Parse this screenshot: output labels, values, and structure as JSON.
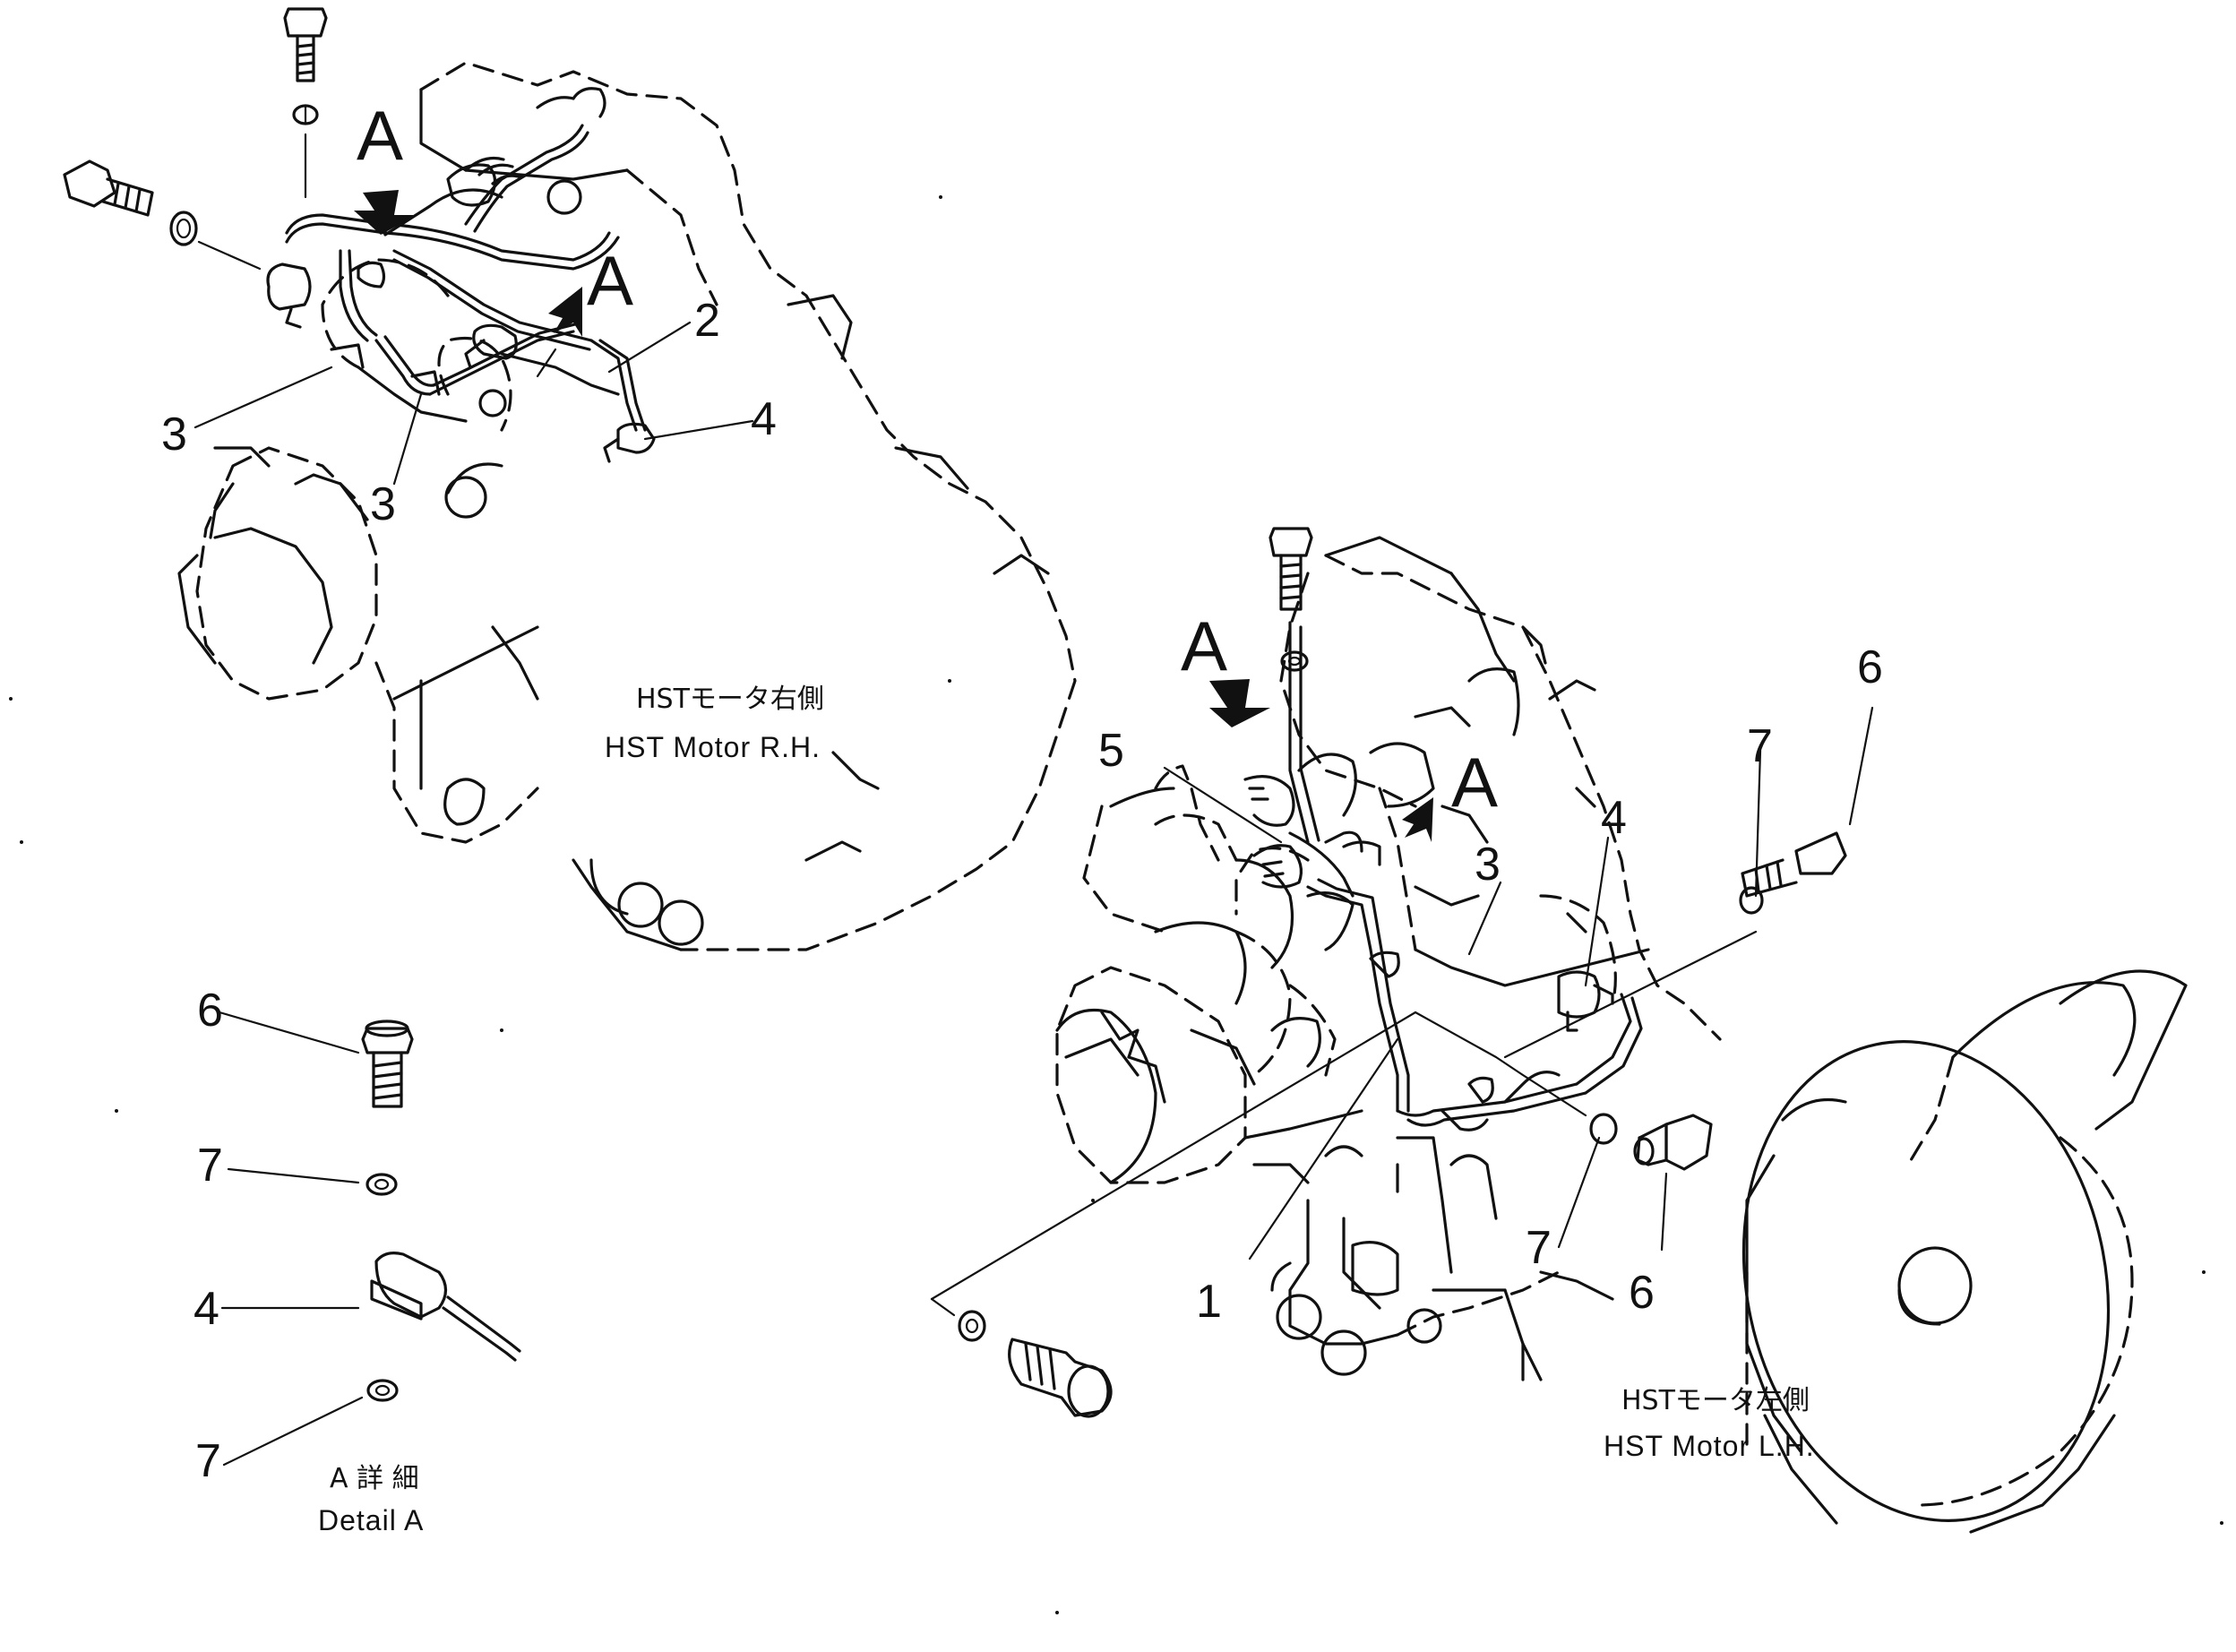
{
  "view_markers": {
    "a": "A"
  },
  "callouts": {
    "n1": "1",
    "n2": "2",
    "n3": "3",
    "n4": "4",
    "n5": "5",
    "n6": "6",
    "n7": "7"
  },
  "captions": {
    "right_motor_ja": "HSTモータ右側",
    "right_motor_en": "HST Motor R.H.",
    "left_motor_ja": "HSTモータ左側",
    "left_motor_en": "HST Motor L.H.",
    "detail_ja": "A 詳 細",
    "detail_en": "Detail A"
  }
}
